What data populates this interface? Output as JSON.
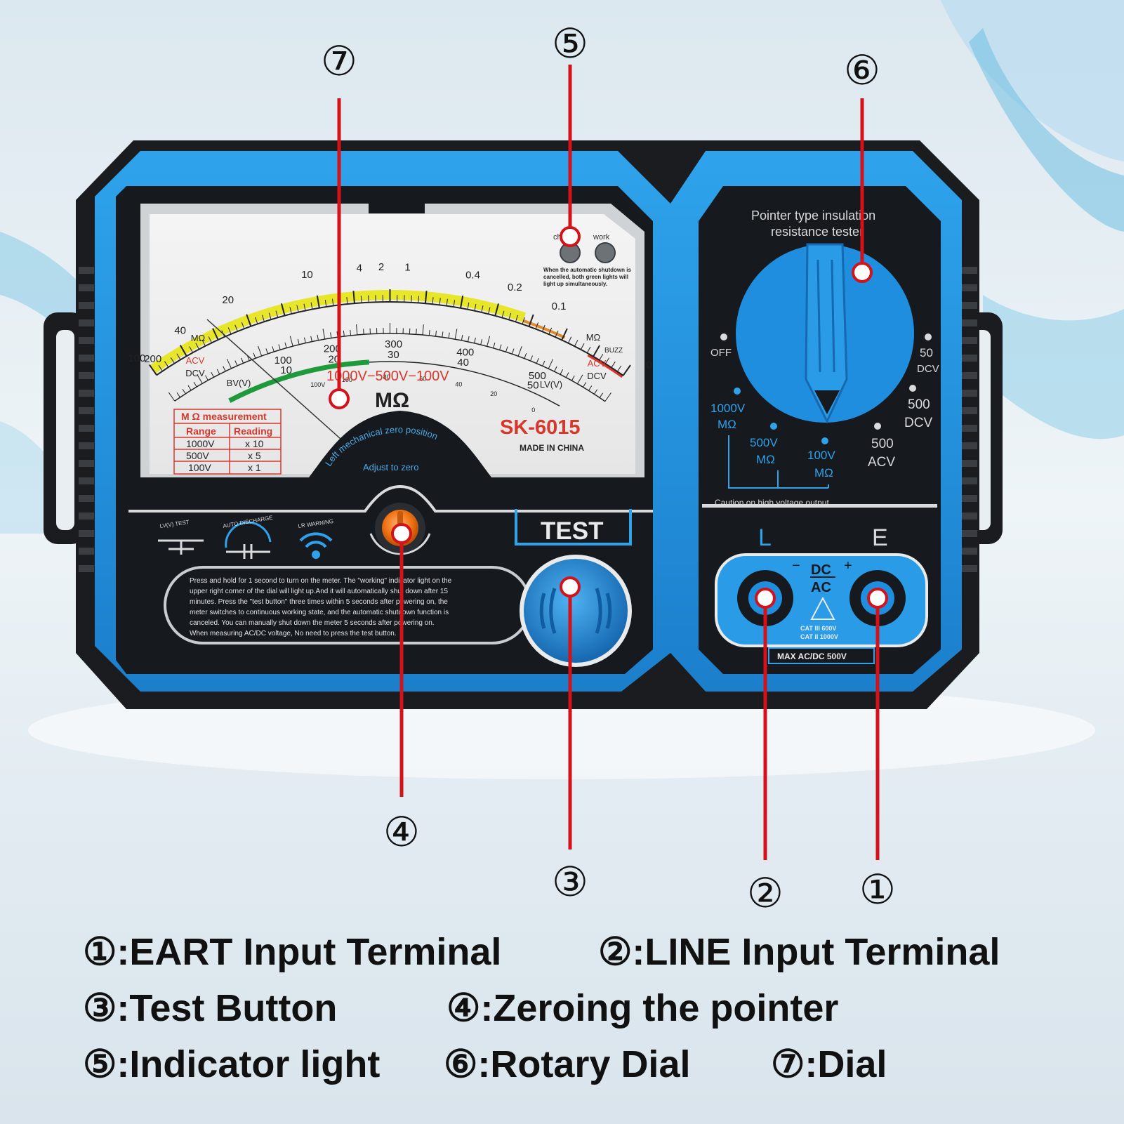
{
  "device": {
    "model": "SK-6015",
    "made_in": "MADE IN CHINA",
    "panel_title_line1": "Pointer type insulation",
    "panel_title_line2": "resistance tester",
    "test_label": "TEST",
    "terminal_l": "L",
    "terminal_e": "E",
    "dc_label": "DC",
    "ac_label": "AC",
    "minus": "−",
    "plus": "+",
    "cat_line1": "CAT III 600V",
    "cat_line2": "CAT II 1000V",
    "max_label": "MAX  AC/DC  500V",
    "caution": "Caution on high voltage output",
    "led_left": "ch",
    "led_right": "work",
    "led_note_1": "When the automatic shutdown is",
    "led_note_2": "cancelled, both green lights will",
    "led_note_3": "light up simultaneously.",
    "dial_unit": "MΩ",
    "dial_voltage": "1000V−500V−100V",
    "zero_arc_text": "Left mechanical zero position",
    "adjust_text": "Adjust to zero",
    "icon_labels": [
      "LV(V) TEST",
      "AUTO DISCHARGE",
      "LR WARNING"
    ],
    "instructions": [
      "Press and hold  for 1 second to turn on the meter. The \"working\" indicator light on the",
      "upper right corner of the dial will light up.And it will automatically shut down after 15",
      "minutes. Press the \"test button\" three times within 5 seconds after powering on, the",
      "meter switches to continuous working state,  and the automatic shutdown function is",
      "canceled. You can manually shut down the meter 5 seconds after powering on.",
      "When measuring AC/DC voltage, No need to press the test button."
    ],
    "range_table": {
      "title": "M Ω measurement",
      "headers": [
        "Range",
        "Reading"
      ],
      "rows": [
        [
          "1000V",
          "x 10"
        ],
        [
          "500V",
          "x 5"
        ],
        [
          "100V",
          "x 1"
        ]
      ]
    },
    "scale_top": [
      "100",
      "200",
      "40",
      "20",
      "10",
      "4",
      "2",
      "1",
      "0.4",
      "0.2",
      "0.1",
      "BUZZ",
      "0"
    ],
    "scale_mid": [
      "100",
      "10",
      "200",
      "20",
      "300",
      "30",
      "400",
      "40",
      "500",
      "50"
    ],
    "scale_low": [
      "100V",
      "100",
      "80",
      "60",
      "40",
      "20",
      "0"
    ],
    "scale_side": [
      "MΩ",
      "ACV",
      "DCV",
      "BV(V)",
      "MΩ",
      "ACV",
      "DCV",
      "LV(V)"
    ],
    "rotary_positions": [
      "OFF",
      "1000V",
      "MΩ",
      "500V",
      "MΩ",
      "100V",
      "MΩ",
      "500",
      "ACV",
      "500",
      "DCV",
      "50",
      "DCV"
    ]
  },
  "callouts": [
    "①",
    "②",
    "③",
    "④",
    "⑤",
    "⑥",
    "⑦"
  ],
  "legend": [
    "①:EART Input Terminal",
    "②:LINE Input Terminal",
    "③:Test Button",
    "④:Zeroing the pointer",
    "⑤:Indicator light",
    "⑥:Rotary Dial",
    "⑦:Dial"
  ],
  "colors": {
    "body_blue": "#1f8ede",
    "panel_black": "#16191d",
    "callout_red": "#d3121a",
    "scale_yellow": "#e8e62a",
    "scale_green": "#1e9a3a",
    "knob_orange": "#f07414"
  }
}
